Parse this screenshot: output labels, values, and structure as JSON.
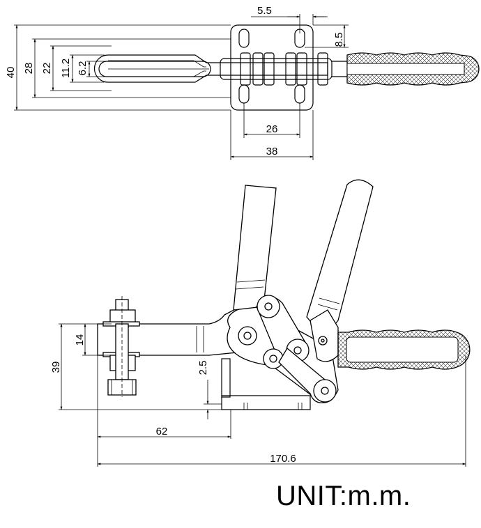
{
  "top_view": {
    "dims": {
      "hole_offset": "5.5",
      "hole_pitch_v": "8.5",
      "height_40": "40",
      "height_28": "28",
      "height_22": "22",
      "height_11_2": "11.2",
      "slot_6_2": "6.2",
      "base_hole_span": "26",
      "base_width": "38"
    }
  },
  "side_view": {
    "dims": {
      "clamp_height": "14",
      "total_height": "39",
      "offset": "2.5",
      "reach": "62",
      "total_length": "170.6"
    }
  },
  "unit_label": "UNIT:m.m."
}
